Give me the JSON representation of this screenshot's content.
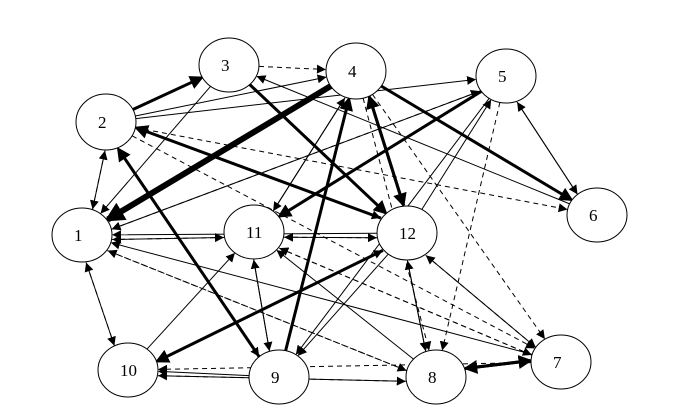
{
  "diagram": {
    "colors": {
      "line": "#000000",
      "node_fill": "#ffffff"
    },
    "nodes": [
      {
        "id": "n1",
        "label": "1"
      },
      {
        "id": "n2",
        "label": "2"
      },
      {
        "id": "n3",
        "label": "3"
      },
      {
        "id": "n4",
        "label": "4"
      },
      {
        "id": "n5",
        "label": "5"
      },
      {
        "id": "n6",
        "label": "6"
      },
      {
        "id": "n7",
        "label": "7"
      },
      {
        "id": "n8",
        "label": "8"
      },
      {
        "id": "n9",
        "label": "9"
      },
      {
        "id": "n10",
        "label": "10"
      },
      {
        "id": "n11",
        "label": "11"
      },
      {
        "id": "n12",
        "label": "12"
      }
    ],
    "edges": [
      {
        "from": "n2",
        "to": "n3",
        "style": "bold"
      },
      {
        "from": "n2",
        "to": "n4",
        "style": "solid"
      },
      {
        "from": "n2",
        "to": "n5",
        "style": "solid"
      },
      {
        "from": "n2",
        "to": "n1",
        "style": "solid"
      },
      {
        "from": "n1",
        "to": "n2",
        "style": "dashed"
      },
      {
        "from": "n3",
        "to": "n12",
        "style": "bold"
      },
      {
        "from": "n3",
        "to": "n4",
        "style": "dashed"
      },
      {
        "from": "n3",
        "to": "n1",
        "style": "solid"
      },
      {
        "from": "n4",
        "to": "n1",
        "style": "xbold"
      },
      {
        "from": "n12",
        "to": "n4",
        "style": "bold"
      },
      {
        "from": "n4",
        "to": "n12",
        "style": "bold"
      },
      {
        "from": "n4",
        "to": "n7",
        "style": "dashed"
      },
      {
        "from": "n4",
        "to": "n11",
        "style": "solid"
      },
      {
        "from": "n9",
        "to": "n4",
        "style": "bold"
      },
      {
        "from": "n5",
        "to": "n11",
        "style": "bold"
      },
      {
        "from": "n5",
        "to": "n1",
        "style": "solid"
      },
      {
        "from": "n1",
        "to": "n5",
        "style": "dashed"
      },
      {
        "from": "n12",
        "to": "n5",
        "style": "solid"
      },
      {
        "from": "n5",
        "to": "n6",
        "style": "solid"
      },
      {
        "from": "n6",
        "to": "n5",
        "style": "solid"
      },
      {
        "from": "n4",
        "to": "n6",
        "style": "bold"
      },
      {
        "from": "n6",
        "to": "n3",
        "style": "solid"
      },
      {
        "from": "n12",
        "to": "n2",
        "style": "bold"
      },
      {
        "from": "n2",
        "to": "n12",
        "style": "dashed"
      },
      {
        "from": "n12",
        "to": "n1",
        "style": "solid"
      },
      {
        "from": "n12",
        "to": "n11",
        "style": "solid"
      },
      {
        "from": "n11",
        "to": "n12",
        "style": "dashed"
      },
      {
        "from": "n12",
        "to": "n10",
        "style": "bold"
      },
      {
        "from": "n10",
        "to": "n12",
        "style": "solid"
      },
      {
        "from": "n12",
        "to": "n9",
        "style": "solid"
      },
      {
        "from": "n12",
        "to": "n8",
        "style": "solid"
      },
      {
        "from": "n8",
        "to": "n12",
        "style": "solid"
      },
      {
        "from": "n2",
        "to": "n6",
        "style": "dashed"
      },
      {
        "from": "n9",
        "to": "n2",
        "style": "bold"
      },
      {
        "from": "n2",
        "to": "n9",
        "style": "solid"
      },
      {
        "from": "n11",
        "to": "n1",
        "style": "dashed"
      },
      {
        "from": "n10",
        "to": "n11",
        "style": "solid"
      },
      {
        "from": "n11",
        "to": "n9",
        "style": "solid"
      },
      {
        "from": "n9",
        "to": "n11",
        "style": "solid"
      },
      {
        "from": "n8",
        "to": "n11",
        "style": "solid"
      },
      {
        "from": "n11",
        "to": "n7",
        "style": "dashed"
      },
      {
        "from": "n8",
        "to": "n7",
        "style": "bold"
      },
      {
        "from": "n7",
        "to": "n8",
        "style": "bold"
      },
      {
        "from": "n7",
        "to": "n1",
        "style": "solid"
      },
      {
        "from": "n7",
        "to": "n11",
        "style": "dashed"
      },
      {
        "from": "n7",
        "to": "n12",
        "style": "solid"
      },
      {
        "from": "n8",
        "to": "n10",
        "style": "solid"
      },
      {
        "from": "n10",
        "to": "n1",
        "style": "dashed"
      },
      {
        "from": "n1",
        "to": "n10",
        "style": "solid"
      },
      {
        "from": "n10",
        "to": "n8",
        "style": "dashed"
      },
      {
        "from": "n8",
        "to": "n1",
        "style": "dashed"
      },
      {
        "from": "n9",
        "to": "n10",
        "style": "solid"
      },
      {
        "from": "n7",
        "to": "n10",
        "style": "dashed"
      },
      {
        "from": "n4",
        "to": "n8",
        "style": "dashed"
      },
      {
        "from": "n1",
        "to": "n8",
        "style": "dashed"
      },
      {
        "from": "n5",
        "to": "n9",
        "style": "solid"
      },
      {
        "from": "n5",
        "to": "n8",
        "style": "dashed"
      },
      {
        "from": "n12",
        "to": "n7",
        "style": "dashed"
      },
      {
        "from": "n2",
        "to": "n7",
        "style": "dashed"
      },
      {
        "from": "n1",
        "to": "n11",
        "style": "solid"
      },
      {
        "from": "n11",
        "to": "n4",
        "style": "solid"
      }
    ]
  }
}
